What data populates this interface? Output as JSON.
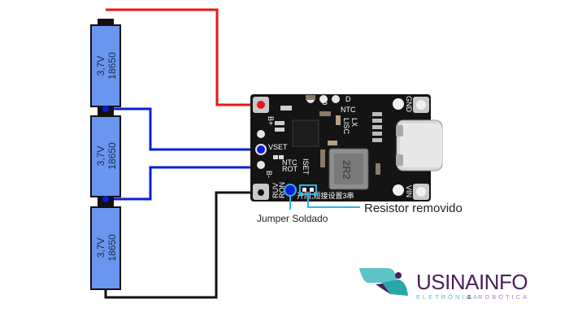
{
  "colors": {
    "wire_positive": "#e8141a",
    "wire_balance": "#0a1ed8",
    "wire_negative": "#111111",
    "battery_body": "#6b96ef",
    "pcb": "#141414",
    "annotation_line": "#2fb4e6",
    "logo_primary": "#4a1f5c",
    "logo_teal": "#2aa6a8",
    "logo_light_teal": "#5cc3c8",
    "logo_sub_teal": "#5cc3c8",
    "logo_sub_purple": "#b67bbf"
  },
  "batteries": [
    {
      "voltage": "3,7V",
      "model": "18650"
    },
    {
      "voltage": "3,7V",
      "model": "18650"
    },
    {
      "voltage": "3,7V",
      "model": "18650"
    }
  ],
  "board": {
    "pins_left": [
      "B+",
      "VSET",
      "B-"
    ],
    "top_labels": [
      "G",
      "D",
      "NTC"
    ],
    "right_labels": [
      "GND",
      "VIN"
    ],
    "chip_labels": [
      "LX",
      "LISC"
    ],
    "inductor_label": "2R2",
    "pad_labels": [
      "NTC",
      "ROT",
      "ISET",
      "RUV",
      "RON"
    ],
    "bottom_text": "开阻,短接设置3串"
  },
  "annotations": {
    "jumper": "Jumper Soldado",
    "resistor": "Resistor removido"
  },
  "logo": {
    "title": "USINAINFO",
    "subtitle_left": "ELETRÔNICA",
    "subtitle_amp": "&",
    "subtitle_right": "ROBÓTICA"
  }
}
